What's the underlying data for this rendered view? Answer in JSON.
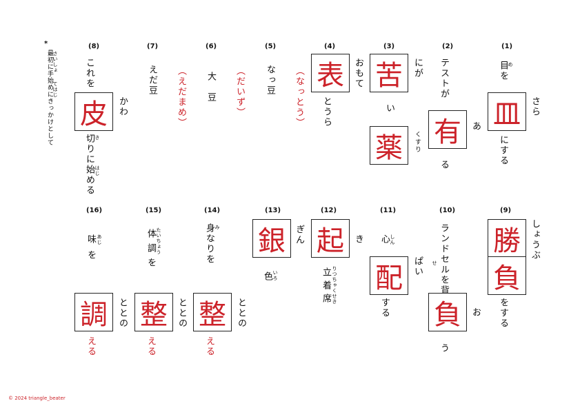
{
  "note": {
    "mark": "*",
    "text": "最初に手始めにきっかけとして",
    "furigana_saisho": "さいしょ",
    "furigana_tehajime": "てはじ"
  },
  "q1": {
    "num": "(1)",
    "pre": "目を",
    "furi": "め",
    "kanji": "皿",
    "reading": "さら",
    "post": "にする"
  },
  "q2": {
    "num": "(2)",
    "pre": "テストが",
    "kanji": "有",
    "reading": "あ",
    "post": "る",
    "extra": "くすり"
  },
  "q3": {
    "num": "(3)",
    "pre": "にが",
    "kanji1": "苦",
    "mid": "い",
    "kanji2": "薬"
  },
  "q4": {
    "num": "(4)",
    "pre": "おもて",
    "kanji": "表",
    "post": "とうら",
    "answer": "（なっとう）"
  },
  "q5": {
    "num": "(5)",
    "text": "なっ豆",
    "answer": "（だいず）"
  },
  "q6": {
    "num": "(6)",
    "text": "大　豆",
    "answer": "（えだまめ）"
  },
  "q7": {
    "num": "(7)",
    "text": "えだ豆"
  },
  "q8": {
    "num": "(8)",
    "pre": "これを",
    "kanji": "皮",
    "reading": "かわ",
    "post": "切りに始める",
    "furi_ki": "き",
    "furi_haji": "はじ"
  },
  "q9": {
    "num": "(9)",
    "kanji1": "勝",
    "kanji2": "負",
    "reading": "しょうぶ",
    "post": "をする"
  },
  "q10": {
    "num": "(10)",
    "pre": "ランドセルを背",
    "furi": "せ",
    "reading2": "ぱい",
    "kanji": "負",
    "reading": "お",
    "post": "う"
  },
  "q11": {
    "num": "(11)",
    "pre": "心",
    "furi": "しん",
    "kanji": "配",
    "post": "する"
  },
  "q12": {
    "num": "(12)",
    "kanji": "起",
    "reading": "き",
    "post": "立着席",
    "furi": "りつちゃくせき"
  },
  "q13": {
    "num": "(13)",
    "kanji": "銀",
    "reading": "ぎん",
    "post": "色",
    "furi": "いろ"
  },
  "q14": {
    "num": "(14)",
    "pre": "身なりを",
    "furi": "み",
    "kanji": "整",
    "reading": "ととの",
    "post": "える"
  },
  "q15": {
    "num": "(15)",
    "pre": "体調を",
    "furi": "たいちょう",
    "kanji": "整",
    "reading": "ととの",
    "post": "える"
  },
  "q16": {
    "num": "(16)",
    "pre": "味を",
    "furi": "あじ",
    "kanji": "調",
    "reading": "ととの",
    "post": "える"
  },
  "footer": "© 2024 triangle_beater",
  "colors": {
    "accent": "#cc2229",
    "text": "#111111"
  }
}
